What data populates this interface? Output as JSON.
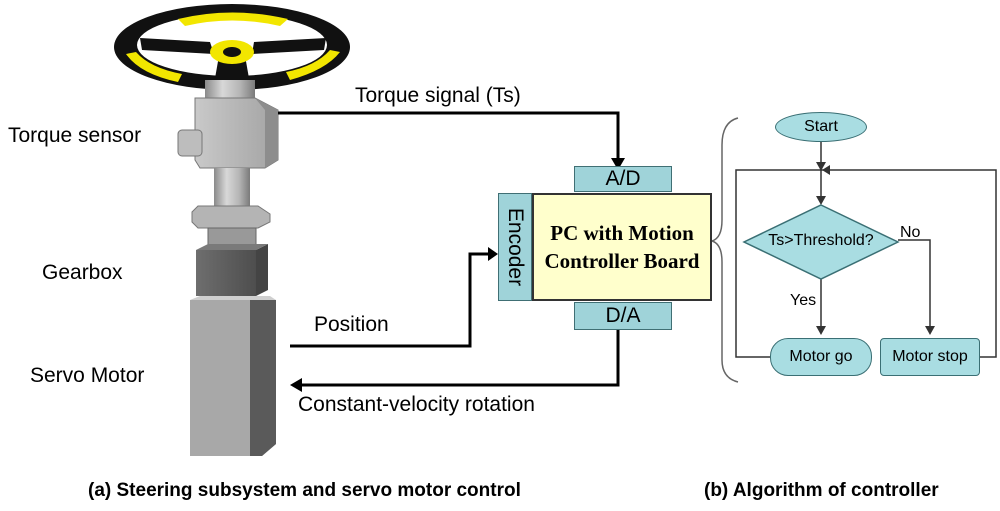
{
  "labels": {
    "torque_sensor": "Torque sensor",
    "gearbox": "Gearbox",
    "servo_motor": "Servo Motor",
    "torque_signal": "Torque signal (Ts)",
    "position": "Position",
    "constant_velocity": "Constant-velocity rotation"
  },
  "controller": {
    "ad": "A/D",
    "da": "D/A",
    "encoder": "Encoder",
    "pc_line1": "PC with Motion",
    "pc_line2": "Controller Board"
  },
  "flowchart": {
    "start": "Start",
    "decision": "Ts>Threshold?",
    "no": "No",
    "yes": "Yes",
    "motor_go": "Motor go",
    "motor_stop": "Motor stop"
  },
  "captions": {
    "a": "(a) Steering subsystem and servo motor control",
    "b": "(b) Algorithm of controller"
  },
  "colors": {
    "wheel_black": "#111111",
    "wheel_yellow": "#f2e600",
    "metal_light": "#b9b9b9",
    "metal_mid": "#9a9a9a",
    "metal_dark": "#5e5e5e",
    "io_fill": "#9fd3d9",
    "pc_fill": "#ffffcc",
    "flow_fill": "#a9dde2"
  }
}
